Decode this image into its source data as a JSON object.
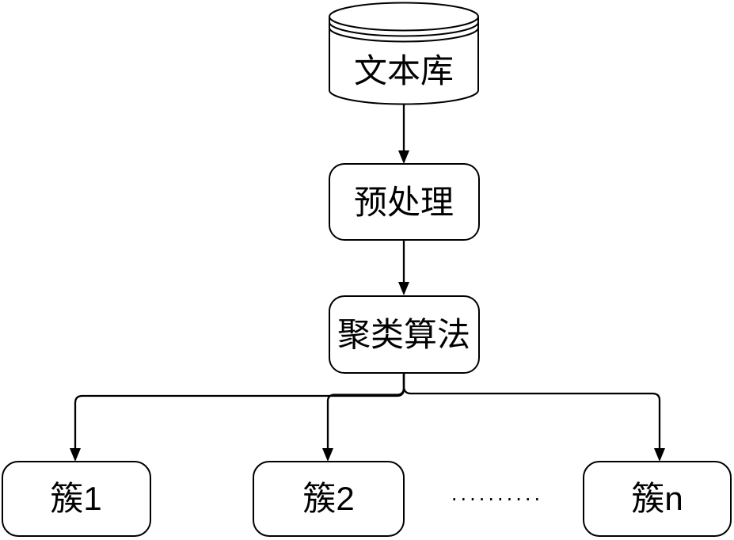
{
  "diagram": {
    "title": "text-clustering-flowchart",
    "background_color": "#ffffff",
    "stroke_color": "#000000",
    "text_color": "#000000",
    "nodes": {
      "database": {
        "label": "文本库",
        "shape": "cylinder"
      },
      "preprocess": {
        "label": "预处理",
        "shape": "rounded-rect"
      },
      "clustering": {
        "label": "聚类算法",
        "shape": "rounded-rect"
      },
      "cluster1": {
        "label": "簇1",
        "shape": "rounded-rect"
      },
      "cluster2": {
        "label": "簇2",
        "shape": "rounded-rect"
      },
      "cluster_n": {
        "label": "簇n",
        "shape": "rounded-rect"
      }
    },
    "ellipsis": "··········",
    "edges": [
      {
        "from": "database",
        "to": "preprocess"
      },
      {
        "from": "preprocess",
        "to": "clustering"
      },
      {
        "from": "clustering",
        "to": "cluster1"
      },
      {
        "from": "clustering",
        "to": "cluster2"
      },
      {
        "from": "clustering",
        "to": "cluster_n"
      }
    ]
  }
}
